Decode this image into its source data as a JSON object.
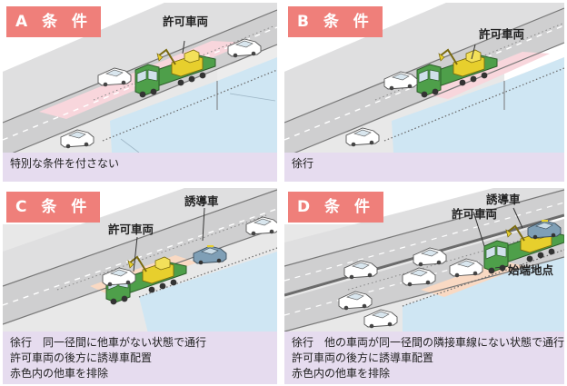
{
  "colors": {
    "tag_bg": "#ef7f7a",
    "caption_bg": "#e6dcef",
    "water": "#cfe6f3",
    "road": "#cfcfd0",
    "pink_zone": "#f8d6dc",
    "orange_zone": "#f9d9c3",
    "truck_green": "#4e9f4a",
    "excavator_yellow": "#e7cf2d"
  },
  "panels": [
    {
      "tag": "A 条 件",
      "labels": [
        "許可車両"
      ],
      "caption_lines": [
        "特別な条件を付さない"
      ]
    },
    {
      "tag": "B 条 件",
      "labels": [
        "許可車両"
      ],
      "caption_lines": [
        "徐行"
      ]
    },
    {
      "tag": "C 条 件",
      "labels": [
        "許可車両",
        "誘導車"
      ],
      "caption_lines": [
        "徐行　同一径間に他車がない状態で通行",
        "許可車両の後方に誘導車配置",
        "赤色内の他車を排除"
      ]
    },
    {
      "tag": "D 条 件",
      "labels": [
        "許可車両",
        "誘導車",
        "始端地点"
      ],
      "caption_lines": [
        "徐行　他の車両が同一径間の隣接車線にない状態で通行",
        "許可車両の後方に誘導車配置",
        "赤色内の他車を排除"
      ]
    }
  ]
}
